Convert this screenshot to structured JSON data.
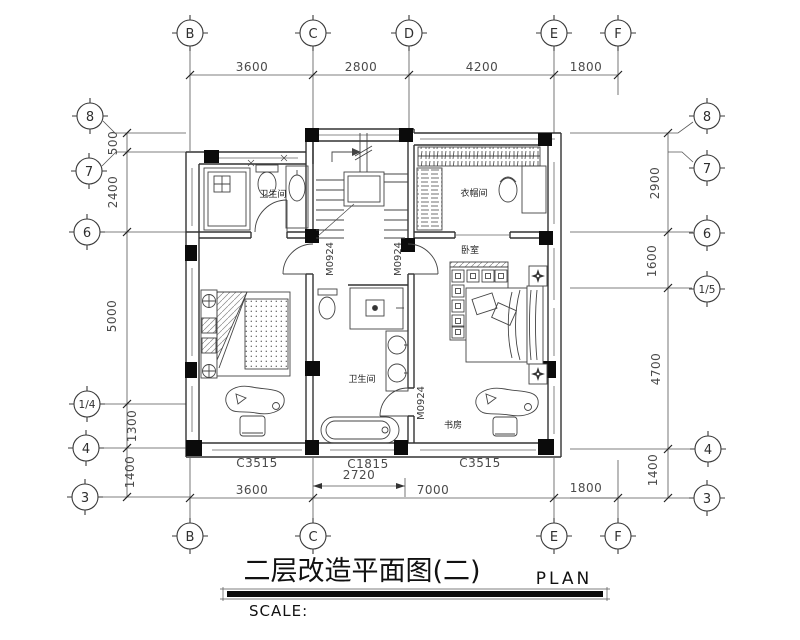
{
  "title_block": {
    "title": "二层改造平面图(二)",
    "plan_label": "PLAN",
    "scale_label": "SCALE:"
  },
  "axes": {
    "top": [
      "B",
      "C",
      "D",
      "E",
      "F"
    ],
    "bottom": [
      "B",
      "C",
      "E",
      "F"
    ],
    "left": [
      "8",
      "7",
      "6",
      "1/4",
      "4",
      "3"
    ],
    "right": [
      "8",
      "7",
      "6",
      "1/5",
      "4",
      "3"
    ]
  },
  "dimensions": {
    "top": [
      "3600",
      "2800",
      "4200",
      "1800"
    ],
    "bottom": [
      "3600",
      "2720",
      "7000",
      "1800"
    ],
    "left": [
      "500",
      "2400",
      "5000",
      "1300",
      "1400"
    ],
    "right": [
      "2900",
      "1600",
      "4700",
      "1400"
    ]
  },
  "labels": {
    "room_bath_upper": "卫生间",
    "room_cloakroom": "衣帽间",
    "room_bedroom": "卧室",
    "room_bath_center": "卫生间",
    "room_study": "书房",
    "door_hall_west": "M0924",
    "door_hall_east": "M0924",
    "door_bath": "M0924",
    "window_left": "C3515",
    "window_center": "C1815",
    "window_right": "C3515"
  },
  "colors": {
    "wall_line": "#333333",
    "grid_line": "#555555",
    "column_fill": "#0b0b0b",
    "dim_text": "#4a4a4a"
  }
}
